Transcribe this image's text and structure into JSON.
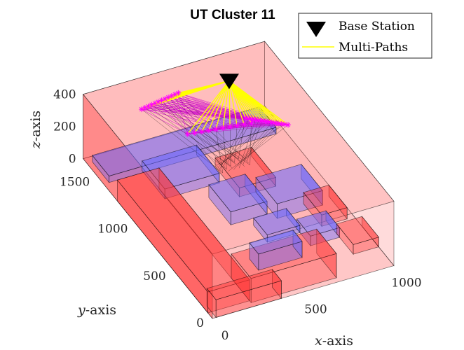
{
  "chart_data": {
    "type": "3d-scene",
    "title": "UT Cluster 11",
    "xlabel": "x-axis",
    "ylabel": "y-axis",
    "zlabel": "z-axis",
    "xlabel_parts": [
      "x",
      "-axis"
    ],
    "ylabel_parts": [
      "y",
      "-axis"
    ],
    "zlabel_parts": [
      "z",
      "-axis"
    ],
    "xlim": [
      0,
      1000
    ],
    "ylim": [
      0,
      1700
    ],
    "zlim": [
      0,
      400
    ],
    "x_ticks": [
      "0",
      "500",
      "1000"
    ],
    "y_ticks": [
      "0",
      "500",
      "1000",
      "1500"
    ],
    "z_ticks": [
      "0",
      "200",
      "400"
    ],
    "legend": {
      "placement": "top-right",
      "entries": [
        {
          "label": "Base Station",
          "marker": "downward-triangle",
          "color": "#000000"
        },
        {
          "label": "Multi-Paths",
          "marker": "line",
          "color": "#ffff00"
        }
      ]
    },
    "base_station": {
      "x": 700,
      "y": 1450,
      "z": 400
    },
    "user_terminals_color": "#ff00ff",
    "colors": {
      "ground": "#ff9999",
      "building_red": "#ff3333",
      "building_blue": "#6666ff",
      "multipath": "#ffff00",
      "ut_marker": "#ff00ff"
    }
  }
}
